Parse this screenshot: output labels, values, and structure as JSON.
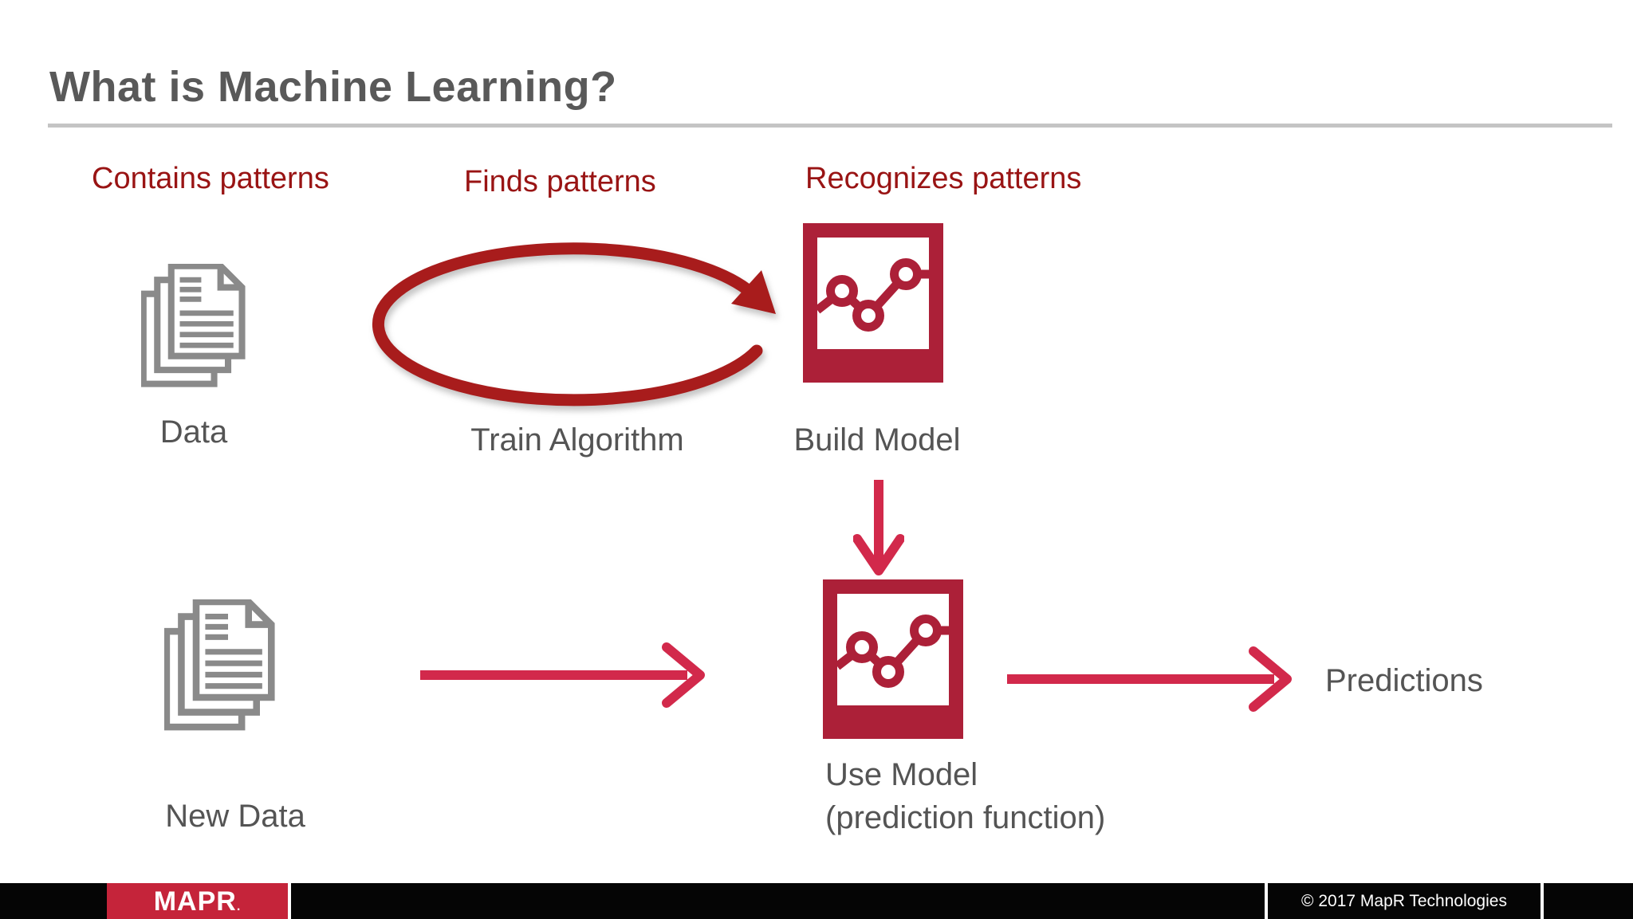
{
  "slide": {
    "title": "What is Machine Learning?",
    "columns": [
      {
        "label": "Contains patterns"
      },
      {
        "label": "Finds patterns"
      },
      {
        "label": "Recognizes patterns"
      }
    ],
    "nodes": {
      "data": {
        "label": "Data",
        "icon": "document-stack-icon"
      },
      "train": {
        "label": "Train Algorithm",
        "icon": "cycle-arrow-icon"
      },
      "build": {
        "label": "Build Model",
        "icon": "model-chart-icon"
      },
      "new_data": {
        "label": "New Data",
        "icon": "document-stack-icon"
      },
      "use": {
        "label": "Use Model",
        "sublabel": "(prediction function)",
        "icon": "model-chart-icon"
      },
      "predictions": {
        "label": "Predictions"
      }
    },
    "connectors": [
      {
        "name": "build-to-use",
        "icon": "arrow-down-icon"
      },
      {
        "name": "newdata-to-use",
        "icon": "arrow-right-icon"
      },
      {
        "name": "use-to-predictions",
        "icon": "arrow-right-icon"
      }
    ]
  },
  "footer": {
    "logo_text": "MAPR",
    "logo_dot": ".",
    "copyright": "© 2017 MapR Technologies"
  },
  "colors": {
    "title-gray": "#595959",
    "label-gray": "#545454",
    "header-red": "#991414",
    "ellipse-red": "#A81C1C",
    "model-red": "#AC2038",
    "arrow-red": "#D2294B",
    "icon-gray": "#8A8A8A",
    "footer-black": "#050505",
    "logo-red": "#C5243A",
    "rule-gray": "#C4C4C4"
  }
}
